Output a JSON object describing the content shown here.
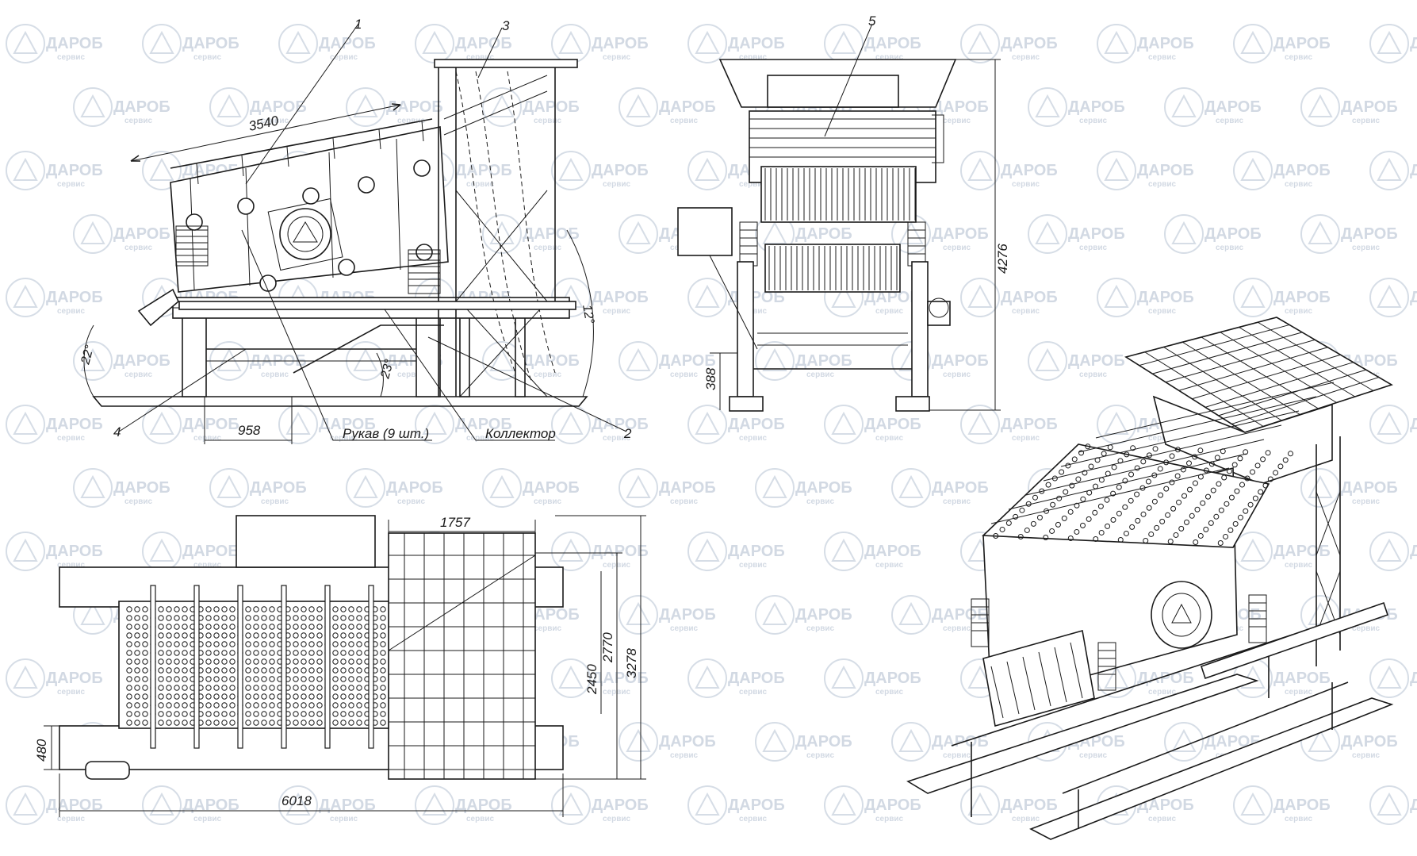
{
  "watermark": {
    "brand": "ДАРОБ",
    "sub": "сервис"
  },
  "colors": {
    "line": "#1a1a1a",
    "watermark": "#d2d9e3",
    "background": "#ffffff"
  },
  "side_view": {
    "dim_length": "3540",
    "dim_offset": "958",
    "angle_tilt": "12°",
    "angle_chute": "22°",
    "angle_frame": "23°",
    "callout_1": "1",
    "callout_2": "2",
    "callout_3": "3",
    "callout_4": "4",
    "label_hoses": "Рукав (9 шт.)",
    "label_collector": "Коллектор"
  },
  "end_view": {
    "callout_5": "5",
    "dim_height": "4276",
    "dim_clearance": "388"
  },
  "top_view": {
    "dim_hopper_width": "1757",
    "dim_total_length": "6018",
    "dim_offset_480": "480",
    "dim_inner_width": "2450",
    "dim_mid_width": "2770",
    "dim_total_width": "3278"
  },
  "isometric_view": {}
}
